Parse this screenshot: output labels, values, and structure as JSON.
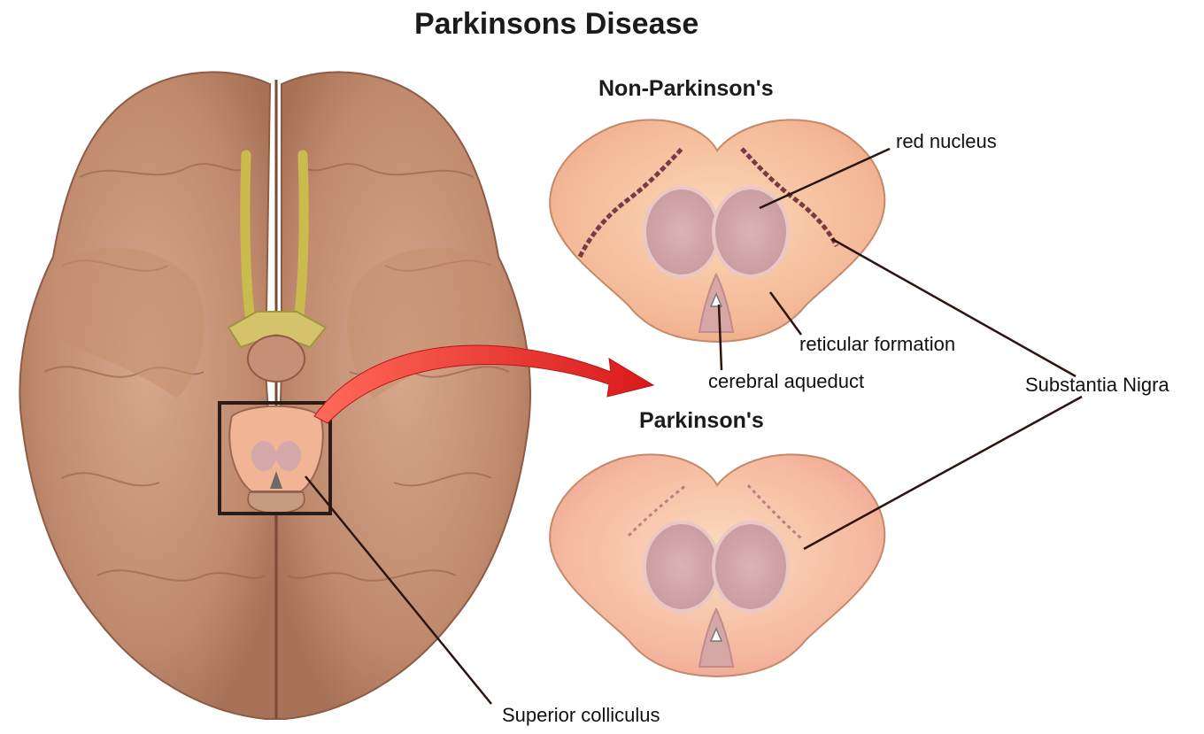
{
  "title": "Parkinsons Disease",
  "panels": {
    "top_heading": "Non-Parkinson's",
    "bottom_heading": "Parkinson's"
  },
  "labels": {
    "red_nucleus": "red nucleus",
    "reticular_formation": "reticular formation",
    "cerebral_aqueduct": "cerebral aqueduct",
    "substantia_nigra": "Substantia Nigra",
    "superior_colliculus": "Superior colliculus"
  },
  "colors": {
    "brain": "#c9967a",
    "brain_dark": "#9c6a52",
    "midbrain_section": "#f4b08e",
    "nucleus": "#d8a8a6",
    "nigra_pigment": "#7a3a45",
    "arrow": "#e12a2a",
    "olfactory": "#c9bb4e"
  }
}
